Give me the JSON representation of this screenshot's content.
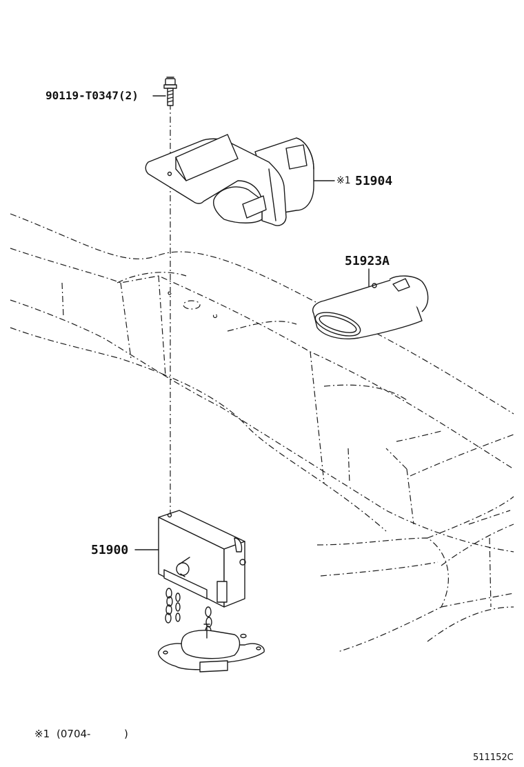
{
  "labels": {
    "bolt": "90119-T0347(2)",
    "hanger_mark": "※1",
    "hanger": "51904",
    "plug": "51923A",
    "carrier": "51900"
  },
  "footnote": {
    "mark": "※1",
    "text": "(0704-",
    "close": ")"
  },
  "diagram_code": "511152C"
}
